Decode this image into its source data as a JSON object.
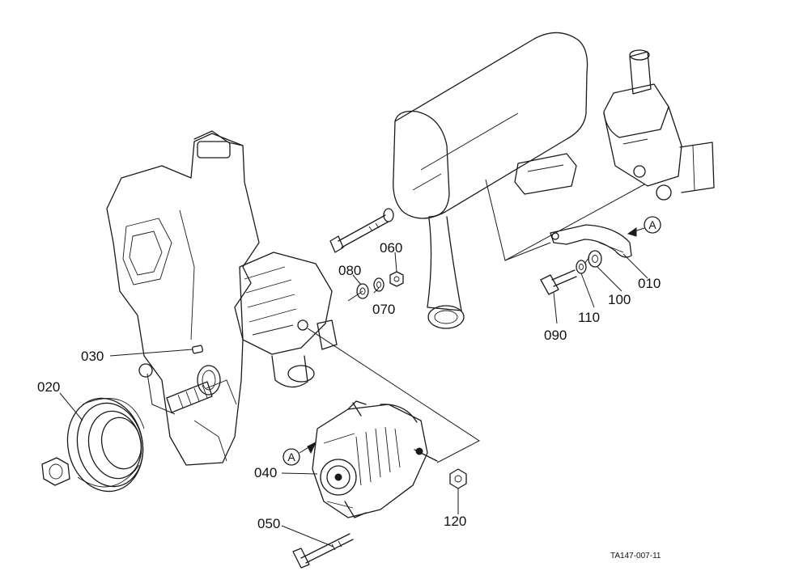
{
  "callouts": {
    "p010": "010",
    "p020": "020",
    "p030": "030",
    "p040": "040",
    "p050": "050",
    "p060": "060",
    "p070": "070",
    "p080": "080",
    "p090": "090",
    "p100": "100",
    "p110": "110",
    "p120": "120"
  },
  "reference_mark": "A",
  "drawing_code": "TA147-007-11"
}
